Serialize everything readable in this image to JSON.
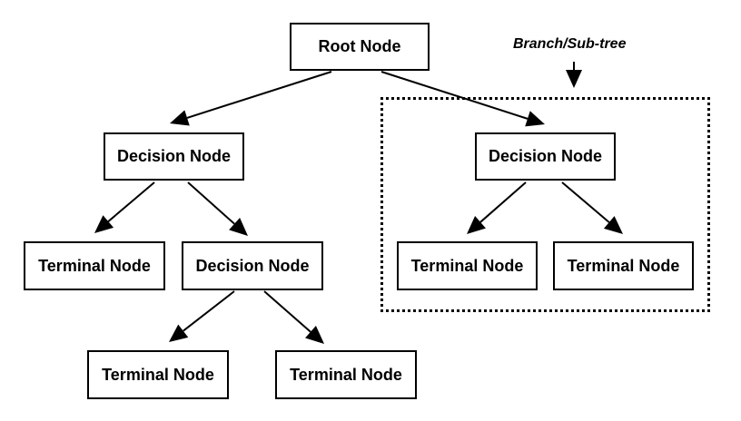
{
  "nodes": {
    "root": "Root Node",
    "decision_1": "Decision Node",
    "decision_2": "Decision Node",
    "decision_3": "Decision Node",
    "terminal_1": "Terminal Node",
    "terminal_2": "Terminal Node",
    "terminal_3": "Terminal Node",
    "terminal_4": "Terminal Node",
    "terminal_5": "Terminal Node"
  },
  "edges": [
    {
      "from": "root",
      "to": "decision_1"
    },
    {
      "from": "root",
      "to": "decision_2"
    },
    {
      "from": "decision_1",
      "to": "terminal_1"
    },
    {
      "from": "decision_1",
      "to": "decision_3"
    },
    {
      "from": "decision_3",
      "to": "terminal_2"
    },
    {
      "from": "decision_3",
      "to": "terminal_3"
    },
    {
      "from": "decision_2",
      "to": "terminal_4"
    },
    {
      "from": "decision_2",
      "to": "terminal_5"
    }
  ],
  "subtree": {
    "label": "Branch/Sub-tree"
  },
  "colors": {
    "stroke": "#000000",
    "background": "#ffffff"
  }
}
